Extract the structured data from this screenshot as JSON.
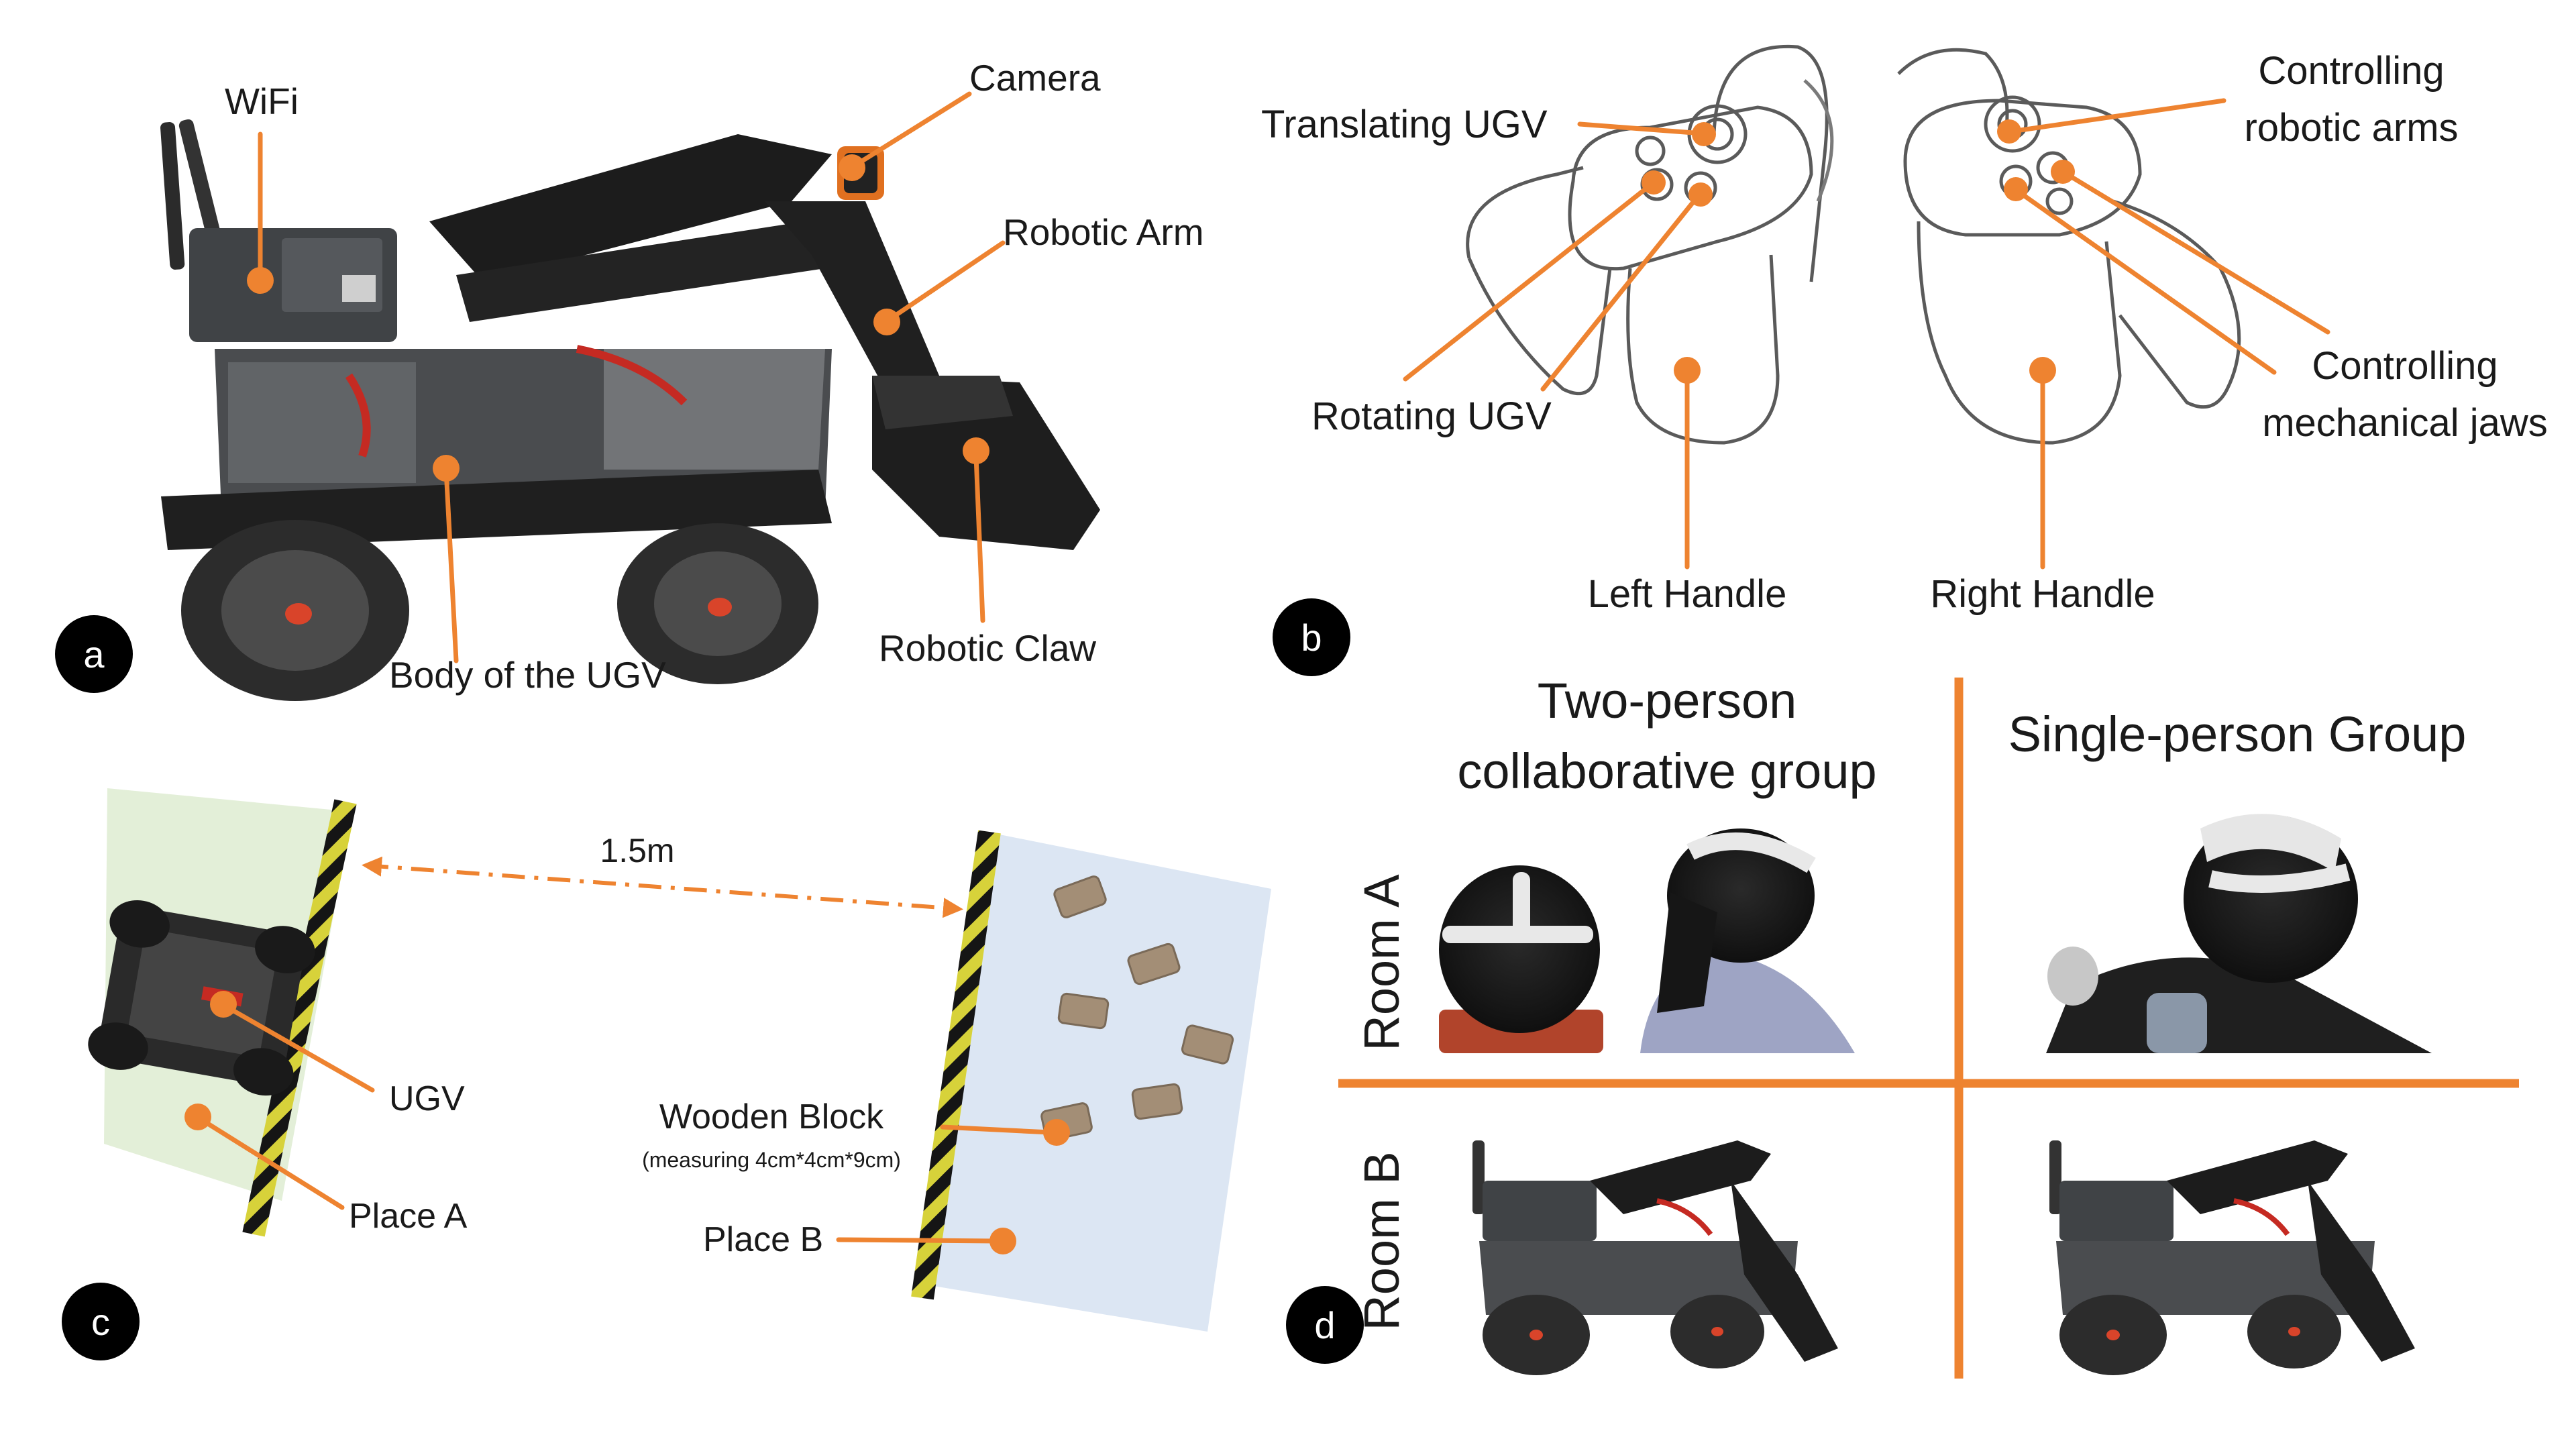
{
  "accent_color": "#EE8330",
  "panel_a": {
    "badge": "a",
    "labels": {
      "wifi": "WiFi",
      "camera": "Camera",
      "robotic_arm": "Robotic Arm",
      "body": "Body of the UGV",
      "claw": "Robotic Claw"
    }
  },
  "panel_b": {
    "badge": "b",
    "labels": {
      "translating": "Translating UGV",
      "rotating": "Rotating UGV",
      "left_handle": "Left Handle",
      "right_handle": "Right Handle",
      "arms_line1": "Controlling",
      "arms_line2": "robotic arms",
      "jaws_line1": "Controlling",
      "jaws_line2": "mechanical jaws"
    }
  },
  "panel_c": {
    "badge": "c",
    "labels": {
      "distance": "1.5m",
      "ugv": "UGV",
      "place_a": "Place A",
      "wooden_block": "Wooden Block",
      "block_size": "(measuring 4cm*4cm*9cm)",
      "place_b": "Place B"
    },
    "colors": {
      "place_a_zone": "#E3EFD8",
      "place_b_zone": "#DCE6F3",
      "stripe_yellow": "#D7D23A"
    }
  },
  "panel_d": {
    "badge": "d",
    "col1_line1": "Two-person",
    "col1_line2": "collaborative group",
    "col2": "Single-person Group",
    "row1": "Room A",
    "row2": "Room B"
  }
}
